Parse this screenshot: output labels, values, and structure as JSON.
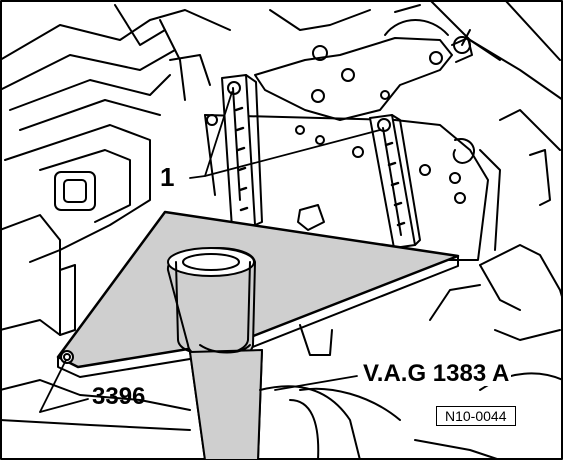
{
  "labels": {
    "item_1": "1",
    "tool_3396": "3396",
    "tool_vag": "V.A.G 1383 A",
    "figure_ref": "N10-0044"
  },
  "colors": {
    "line": "#000000",
    "plate": "#cfcfcf",
    "background": "#ffffff"
  }
}
